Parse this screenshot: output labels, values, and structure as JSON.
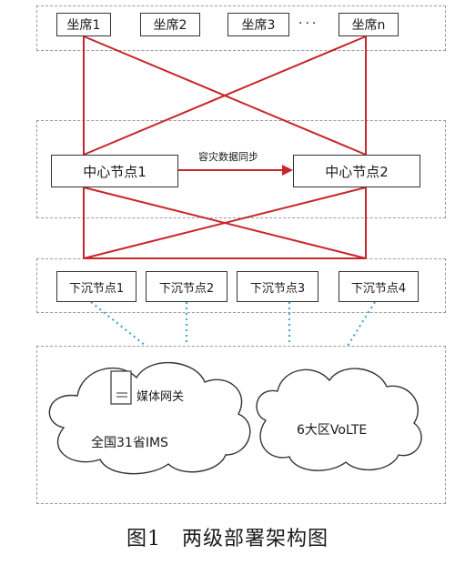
{
  "seats": [
    "坐席1",
    "坐席2",
    "坐席3",
    "坐席n"
  ],
  "seats_ellipsis": "···",
  "center_nodes": [
    "中心节点1",
    "中心节点2"
  ],
  "sync_label": "容灾数据同步",
  "sink_nodes": [
    "下沉节点1",
    "下沉节点2",
    "下沉节点3",
    "下沉节点4"
  ],
  "clouds": {
    "ims": "全国31省IMS",
    "volte": "6大区VoLTE"
  },
  "gateway_label": "媒体网关",
  "caption": "图1　两级部署架构图",
  "colors": {
    "link_red": "#c8262c",
    "link_blue": "#4aa3d8",
    "border": "#333333"
  }
}
